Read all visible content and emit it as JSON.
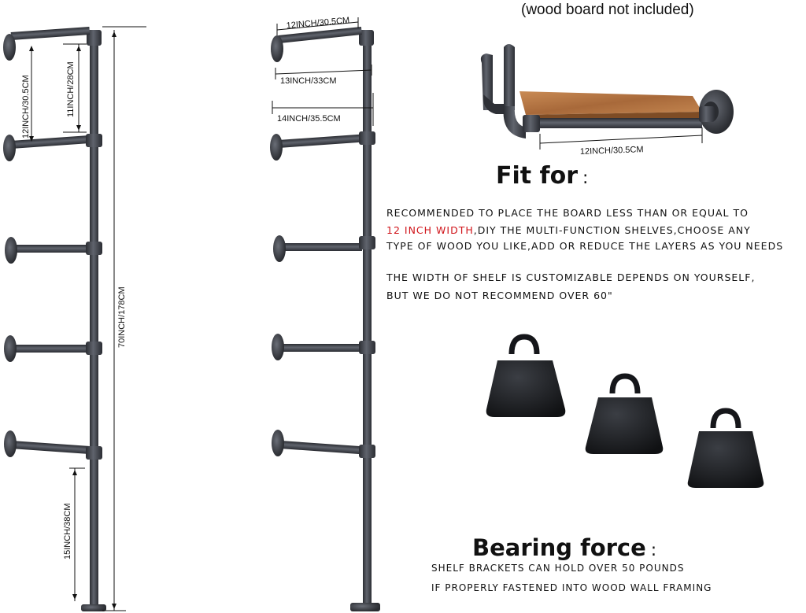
{
  "left_unit": {
    "dim_top_arm": "12INCH/30.5CM",
    "dim_spacing": "11INCH/28CM",
    "dim_total": "70INCH/178CM",
    "dim_bottom": "15INCH/38CM"
  },
  "mid_unit": {
    "dim_12": "12INCH/30.5CM",
    "dim_13": "13INCH/33CM",
    "dim_14": "14INCH/35.5CM"
  },
  "shelf_photo": {
    "note": "(wood board not included)",
    "dim": "12INCH/30.5CM"
  },
  "fit_for": {
    "title": "Fit for",
    "colon": ":",
    "line1": "RECOMMENDED TO PLACE THE BOARD LESS THAN OR EQUAL TO",
    "line2_red": "12 INCH WIDTH",
    "line2_rest": ",DIY THE MULTI-FUNCTION SHELVES,CHOOSE ANY",
    "line3": "TYPE OF WOOD YOU LIKE,ADD OR REDUCE THE LAYERS AS YOU NEEDS",
    "line4": "THE WIDTH OF SHELF IS CUSTOMIZABLE DEPENDS ON YOURSELF,",
    "line5": "BUT WE DO NOT RECOMMEND OVER 60\""
  },
  "bearing": {
    "title": "Bearing force",
    "colon": ":",
    "line1": "SHELF BRACKETS CAN HOLD OVER 50 POUNDS",
    "line2": "IF PROPERLY FASTENED INTO WOOD WALL FRAMING"
  },
  "colors": {
    "pipe": "#3a3d44",
    "pipe_light": "#5c6069",
    "wood": "#b87a4a",
    "red": "#d0141a"
  }
}
